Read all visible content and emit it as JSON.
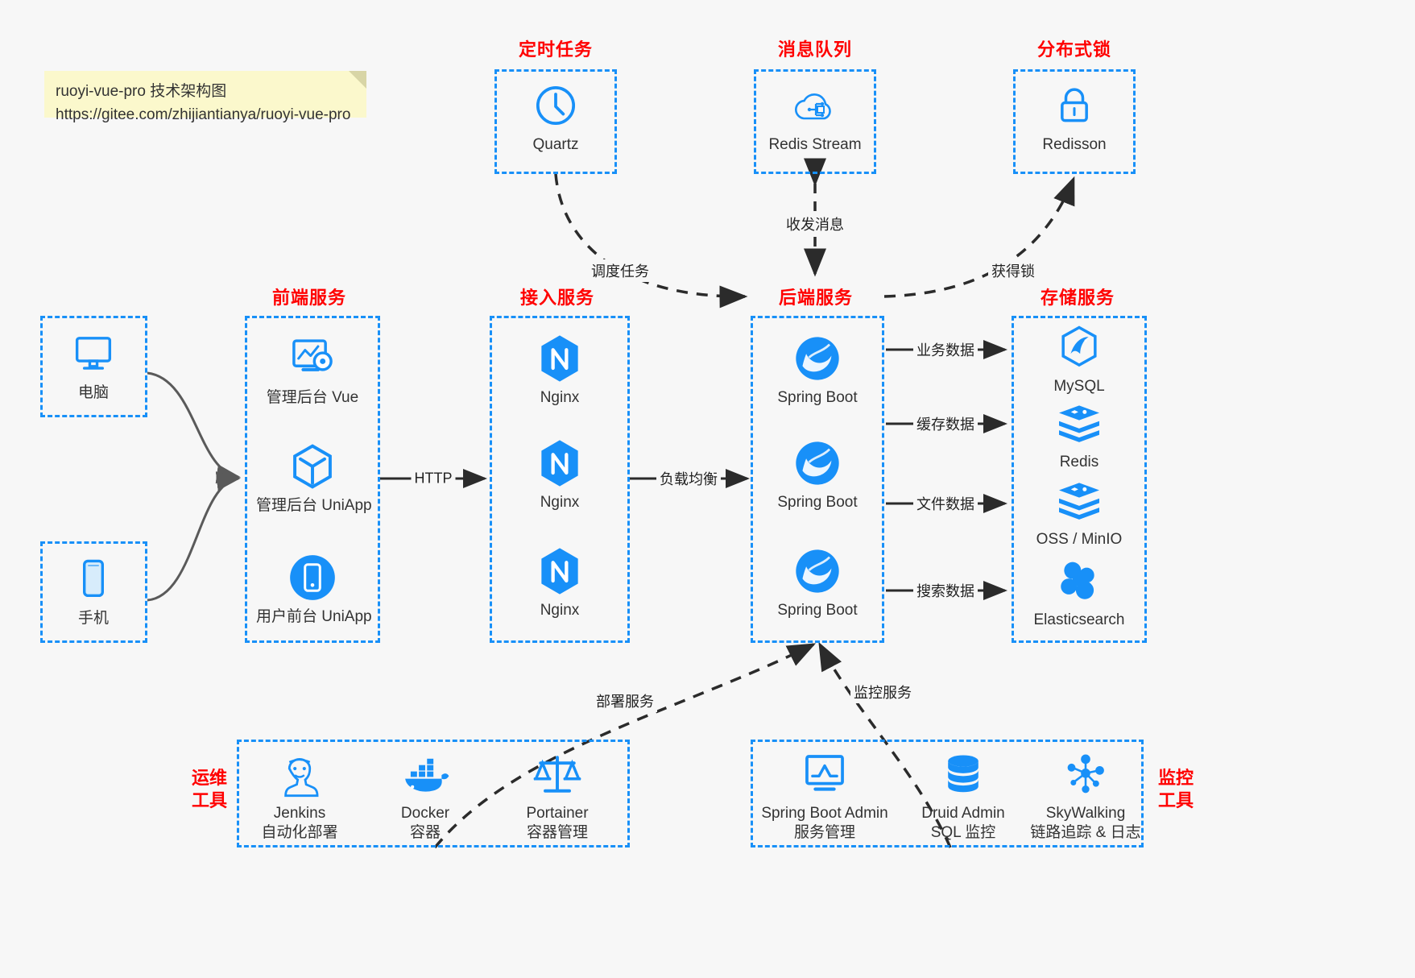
{
  "note": {
    "line1": "ruoyi-vue-pro 技术架构图",
    "line2": "https://gitee.com/zhijiantianya/ruoyi-vue-pro"
  },
  "colors": {
    "accent_blue": "#1890f8",
    "title_red": "#ff0000",
    "edge_dark": "#2b2b2b",
    "canvas_bg": "#f7f7f7",
    "note_bg": "#fbf8cc"
  },
  "groups": {
    "scheduler": {
      "title": "定时任务",
      "items": [
        {
          "label": "Quartz",
          "icon": "clock-icon"
        }
      ]
    },
    "mq": {
      "title": "消息队列",
      "items": [
        {
          "label": "Redis Stream",
          "icon": "cloud-stream-icon"
        }
      ]
    },
    "lock": {
      "title": "分布式锁",
      "items": [
        {
          "label": "Redisson",
          "icon": "lock-icon"
        }
      ]
    },
    "clients": {
      "items": [
        {
          "label": "电脑",
          "icon": "desktop-icon"
        },
        {
          "label": "手机",
          "icon": "mobile-icon"
        }
      ]
    },
    "frontend": {
      "title": "前端服务",
      "items": [
        {
          "label": "管理后台 Vue",
          "icon": "dashboard-gear-icon"
        },
        {
          "label": "管理后台 UniApp",
          "icon": "cube-icon"
        },
        {
          "label": "用户前台 UniApp",
          "icon": "mobile-round-icon"
        }
      ]
    },
    "gateway": {
      "title": "接入服务",
      "items": [
        {
          "label": "Nginx",
          "icon": "nginx-icon"
        },
        {
          "label": "Nginx",
          "icon": "nginx-icon"
        },
        {
          "label": "Nginx",
          "icon": "nginx-icon"
        }
      ]
    },
    "backend": {
      "title": "后端服务",
      "items": [
        {
          "label": "Spring Boot",
          "icon": "spring-boot-icon"
        },
        {
          "label": "Spring Boot",
          "icon": "spring-boot-icon"
        },
        {
          "label": "Spring Boot",
          "icon": "spring-boot-icon"
        }
      ]
    },
    "storage": {
      "title": "存储服务",
      "items": [
        {
          "label": "MySQL",
          "icon": "mysql-icon"
        },
        {
          "label": "Redis",
          "icon": "redis-icon"
        },
        {
          "label": "OSS / MinIO",
          "icon": "oss-icon"
        },
        {
          "label": "Elasticsearch",
          "icon": "elasticsearch-icon"
        }
      ]
    },
    "devops": {
      "title_line1": "运维",
      "title_line2": "工具",
      "items": [
        {
          "label": "Jenkins",
          "sublabel": "自动化部署",
          "icon": "jenkins-icon"
        },
        {
          "label": "Docker",
          "sublabel": "容器",
          "icon": "docker-icon"
        },
        {
          "label": "Portainer",
          "sublabel": "容器管理",
          "icon": "scales-icon"
        }
      ]
    },
    "monitor": {
      "title_line1": "监控",
      "title_line2": "工具",
      "items": [
        {
          "label": "Spring Boot Admin",
          "sublabel": "服务管理",
          "icon": "monitor-chart-icon"
        },
        {
          "label": "Druid Admin",
          "sublabel": "SQL 监控",
          "icon": "database-icon"
        },
        {
          "label": "SkyWalking",
          "sublabel": "链路追踪 & 日志",
          "icon": "skywalking-icon"
        }
      ]
    }
  },
  "edges": {
    "schedule_task": "调度任务",
    "send_receive": "收发消息",
    "acquire_lock": "获得锁",
    "http": "HTTP",
    "load_balance": "负载均衡",
    "biz_data": "业务数据",
    "cache_data": "缓存数据",
    "file_data": "文件数据",
    "search_data": "搜索数据",
    "deploy_svc": "部署服务",
    "monitor_svc": "监控服务"
  }
}
